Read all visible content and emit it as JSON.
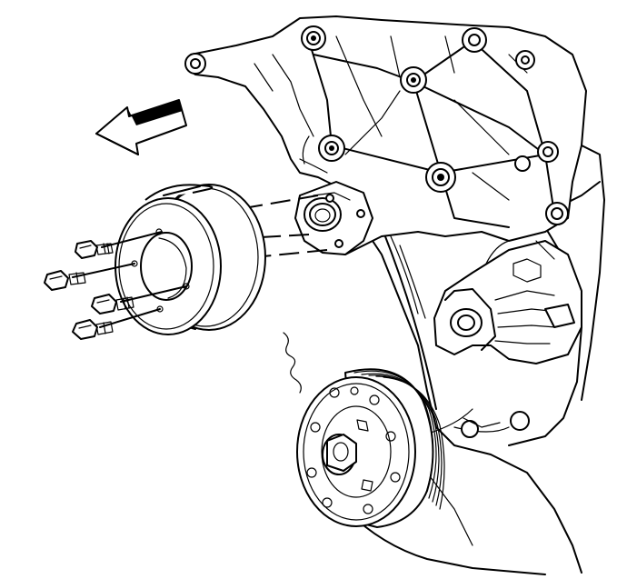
{
  "diagram": {
    "kind": "technical line illustration",
    "labels": [],
    "parts": [
      "engine-front-bracket",
      "water-pump",
      "water-pump-pulley",
      "pulley-bolt",
      "crankshaft-balancer",
      "direction-arrow"
    ],
    "bolt_count": 4,
    "arrow_direction": "up-left",
    "colors": {
      "line": "#000000",
      "background": "#ffffff"
    }
  }
}
